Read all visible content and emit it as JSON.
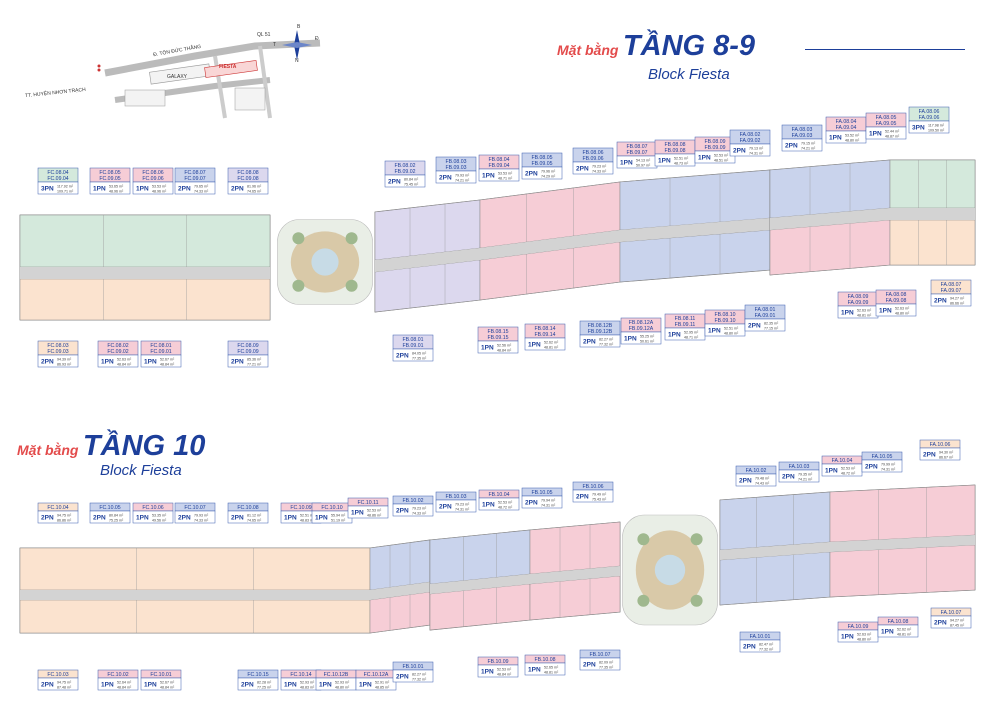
{
  "header1": {
    "prefix": "Mặt bằng",
    "title": "TẦNG 8-9",
    "subtitle": "Block Fiesta"
  },
  "header2": {
    "prefix": "Mặt bằng",
    "title": "TẦNG 10",
    "subtitle": "Block Fiesta"
  },
  "location_map": {
    "roads": [
      "QL 51",
      "Đ. TÔN ĐỨC THẮNG",
      "TT. HUYỆN NHƠN TRẠCH"
    ],
    "buildings": [
      "GALAXY",
      "FIESTA"
    ],
    "compass": [
      "T",
      "Đ",
      "N",
      "B"
    ]
  },
  "colors": {
    "blue": "#c9d3ec",
    "pink": "#f6cdd6",
    "green": "#d4e9dc",
    "peach": "#fbe3cf",
    "lilac": "#dcd8ee",
    "border_blue": "#3b5fb0"
  },
  "floor89": {
    "top_labels": [
      {
        "codes": "FC.08.04\nFC.09.04",
        "type": "3PN",
        "area": "117.92 m²\n109.71 m²",
        "color": "green"
      },
      {
        "codes": "FC.08.05\nFC.09.05",
        "type": "1PN",
        "area": "53.65 m²\n48.96 m²",
        "color": "pink"
      },
      {
        "codes": "FC.08.06\nFC.09.06",
        "type": "1PN",
        "area": "53.53 m²\n48.96 m²",
        "color": "pink"
      },
      {
        "codes": "FC.08.07\nFC.09.07",
        "type": "2PN",
        "area": "79.65 m²\n74.33 m²",
        "color": "blue"
      },
      {
        "codes": "FC.08.08\nFC.09.08",
        "type": "2PN",
        "area": "81.96 m²\n74.65 m²",
        "color": "lilac"
      },
      {
        "codes": "FB.08.02\nFB.09.02",
        "type": "2PN",
        "area": "80.84 m²\n75.45 m²",
        "color": "lilac"
      },
      {
        "codes": "FB.08.03\nFB.09.03",
        "type": "2PN",
        "area": "79.93 m²\n74.21 m²",
        "color": "blue"
      },
      {
        "codes": "FB.08.04\nFB.09.04",
        "type": "1PN",
        "area": "53.53 m²\n48.71 m²",
        "color": "pink"
      },
      {
        "codes": "FB.08.05\nFB.09.05",
        "type": "2PN",
        "area": "79.96 m²\n74.29 m²",
        "color": "blue"
      },
      {
        "codes": "FB.08.06\nFB.09.06",
        "type": "2PN",
        "area": "79.23 m²\n74.33 m²",
        "color": "blue"
      },
      {
        "codes": "FB.08.07\nFB.09.07",
        "type": "1PN",
        "area": "54.13 m²\n50.97 m²",
        "color": "pink"
      },
      {
        "codes": "FB.08.08\nFB.09.08",
        "type": "1PN",
        "area": "52.51 m²\n48.73 m²",
        "color": "pink"
      },
      {
        "codes": "FB.08.09\nFB.09.09",
        "type": "1PN",
        "area": "52.53 m²\n48.51 m²",
        "color": "pink"
      },
      {
        "codes": "FA.08.02\nFA.09.02",
        "type": "2PN",
        "area": "79.13 m²\n74.31 m²",
        "color": "blue"
      },
      {
        "codes": "FA.08.03\nFA.09.03",
        "type": "2PN",
        "area": "79.15 m²\n74.21 m²",
        "color": "blue"
      },
      {
        "codes": "FA.08.04\nFA.09.04",
        "type": "1PN",
        "area": "53.52 m²\n48.80 m²",
        "color": "pink"
      },
      {
        "codes": "FA.08.05\nFA.09.05",
        "type": "1PN",
        "area": "52.44 m²\n48.87 m²",
        "color": "pink"
      },
      {
        "codes": "FA.08.06\nFA.09.06",
        "type": "3PN",
        "area": "117.98 m²\n109.50 m²",
        "color": "green"
      }
    ],
    "bottom_labels": [
      {
        "codes": "FC.08.03\nFC.09.03",
        "type": "2PN",
        "area": "94.39 m²\n86.93 m²",
        "color": "peach"
      },
      {
        "codes": "FC.08.02\nFC.09.02",
        "type": "1PN",
        "area": "52.63 m²\n48.84 m²",
        "color": "pink"
      },
      {
        "codes": "FC.08.01\nFC.09.01",
        "type": "1PN",
        "area": "52.67 m²\n48.84 m²",
        "color": "pink"
      },
      {
        "codes": "FC.08.09\nFC.09.09",
        "type": "2PN",
        "area": "85.36 m²\n77.21 m²",
        "color": "lilac"
      },
      {
        "codes": "FB.08.01\nFB.09.01",
        "type": "2PN",
        "area": "84.05 m²\n77.35 m²",
        "color": "lilac"
      },
      {
        "codes": "FB.08.15\nFB.09.15",
        "type": "1PN",
        "area": "52.56 m²\n48.84 m²",
        "color": "pink"
      },
      {
        "codes": "FB.08.14\nFB.09.14",
        "type": "1PN",
        "area": "52.62 m²\n48.81 m²",
        "color": "pink"
      },
      {
        "codes": "FB.08.12B\nFB.09.12B",
        "type": "2PN",
        "area": "82.27 m²\n77.32 m²",
        "color": "blue"
      },
      {
        "codes": "FB.08.12A\nFB.09.12A",
        "type": "1PN",
        "area": "55.25 m²\n50.61 m²",
        "color": "pink"
      },
      {
        "codes": "FB.08.11\nFB.09.11",
        "type": "1PN",
        "area": "52.95 m²\n48.71 m²",
        "color": "pink"
      },
      {
        "codes": "FB.08.10\nFB.09.10",
        "type": "1PN",
        "area": "52.51 m²\n48.80 m²",
        "color": "pink"
      },
      {
        "codes": "FA.08.01\nFA.09.01",
        "type": "2PN",
        "area": "82.35 m²\n77.15 m²",
        "color": "blue"
      },
      {
        "codes": "FA.08.09\nFA.09.09",
        "type": "1PN",
        "area": "52.63 m²\n48.81 m²",
        "color": "pink"
      },
      {
        "codes": "FA.08.08\nFA.09.08",
        "type": "1PN",
        "area": "52.63 m²\n48.80 m²",
        "color": "pink"
      },
      {
        "codes": "FA.08.07\nFA.09.07",
        "type": "2PN",
        "area": "94.27 m²\n86.66 m²",
        "color": "peach"
      }
    ]
  },
  "floor10": {
    "top_labels": [
      {
        "codes": "FC.10.04",
        "type": "2PN",
        "area": "94.75 m²\n86.86 m²",
        "color": "peach"
      },
      {
        "codes": "FC.10.05",
        "type": "2PN",
        "area": "80.84 m²\n75.25 m²",
        "color": "blue"
      },
      {
        "codes": "FC.10.06",
        "type": "1PN",
        "area": "53.35 m²\n49.56 m²",
        "color": "pink"
      },
      {
        "codes": "FC.10.07",
        "type": "2PN",
        "area": "79.93 m²\n74.33 m²",
        "color": "blue"
      },
      {
        "codes": "FC.10.08",
        "type": "2PN",
        "area": "81.12 m²\n74.65 m²",
        "color": "blue"
      },
      {
        "codes": "FC.10.09",
        "type": "1PN",
        "area": "52.51 m²\n48.83 m²",
        "color": "pink"
      },
      {
        "codes": "FC.10.10",
        "type": "1PN",
        "area": "55.94 m²\n51.19 m²",
        "color": "pink"
      },
      {
        "codes": "FC.10.11",
        "type": "1PN",
        "area": "52.53 m²\n48.86 m²",
        "color": "pink"
      },
      {
        "codes": "FB.10.02",
        "type": "2PN",
        "area": "79.23 m²\n74.33 m²",
        "color": "blue"
      },
      {
        "codes": "FB.10.03",
        "type": "2PN",
        "area": "79.23 m²\n74.31 m²",
        "color": "blue"
      },
      {
        "codes": "FB.10.04",
        "type": "1PN",
        "area": "52.53 m²\n48.72 m²",
        "color": "pink"
      },
      {
        "codes": "FB.10.05",
        "type": "2PN",
        "area": "79.94 m²\n74.31 m²",
        "color": "blue"
      },
      {
        "codes": "FB.10.06",
        "type": "2PN",
        "area": "79.49 m²\n75.43 m²",
        "color": "blue"
      },
      {
        "codes": "FA.10.02",
        "type": "2PN",
        "area": "79.48 m²\n74.43 m²",
        "color": "blue"
      },
      {
        "codes": "FA.10.03",
        "type": "2PN",
        "area": "79.35 m²\n74.21 m²",
        "color": "blue"
      },
      {
        "codes": "FA.10.04",
        "type": "1PN",
        "area": "52.53 m²\n48.72 m²",
        "color": "pink"
      },
      {
        "codes": "FA.10.05",
        "type": "2PN",
        "area": "79.99 m²\n74.31 m²",
        "color": "blue"
      },
      {
        "codes": "FA.10.06",
        "type": "2PN",
        "area": "94.30 m²\n86.67 m²",
        "color": "peach"
      }
    ],
    "bottom_labels": [
      {
        "codes": "FC.10.03",
        "type": "2PN",
        "area": "94.75 m²\n87.48 m²",
        "color": "peach"
      },
      {
        "codes": "FC.10.02",
        "type": "1PN",
        "area": "52.64 m²\n48.84 m²",
        "color": "pink"
      },
      {
        "codes": "FC.10.01",
        "type": "1PN",
        "area": "52.67 m²\n48.84 m²",
        "color": "pink"
      },
      {
        "codes": "FC.10.15",
        "type": "2PN",
        "area": "82.28 m²\n77.25 m²",
        "color": "blue"
      },
      {
        "codes": "FC.10.14",
        "type": "1PN",
        "area": "52.93 m²\n48.83 m²",
        "color": "pink"
      },
      {
        "codes": "FC.10.12B",
        "type": "1PN",
        "area": "52.93 m²\n48.80 m²",
        "color": "pink"
      },
      {
        "codes": "FC.10.12A",
        "type": "1PN",
        "area": "52.91 m²\n48.85 m²",
        "color": "pink"
      },
      {
        "codes": "FB.10.01",
        "type": "2PN",
        "area": "82.27 m²\n77.32 m²",
        "color": "blue"
      },
      {
        "codes": "FB.10.09",
        "type": "1PN",
        "area": "52.53 m²\n48.84 m²",
        "color": "pink"
      },
      {
        "codes": "FB.10.08",
        "type": "1PN",
        "area": "52.65 m²\n48.81 m²",
        "color": "pink"
      },
      {
        "codes": "FB.10.07",
        "type": "2PN",
        "area": "82.09 m²\n77.35 m²",
        "color": "blue"
      },
      {
        "codes": "FA.10.01",
        "type": "2PN",
        "area": "82.47 m²\n77.32 m²",
        "color": "blue"
      },
      {
        "codes": "FA.10.09",
        "type": "1PN",
        "area": "52.63 m²\n48.80 m²",
        "color": "pink"
      },
      {
        "codes": "FA.10.08",
        "type": "1PN",
        "area": "52.62 m²\n48.81 m²",
        "color": "pink"
      },
      {
        "codes": "FA.10.07",
        "type": "2PN",
        "area": "94.27 m²\n87.45 m²",
        "color": "peach"
      }
    ]
  }
}
